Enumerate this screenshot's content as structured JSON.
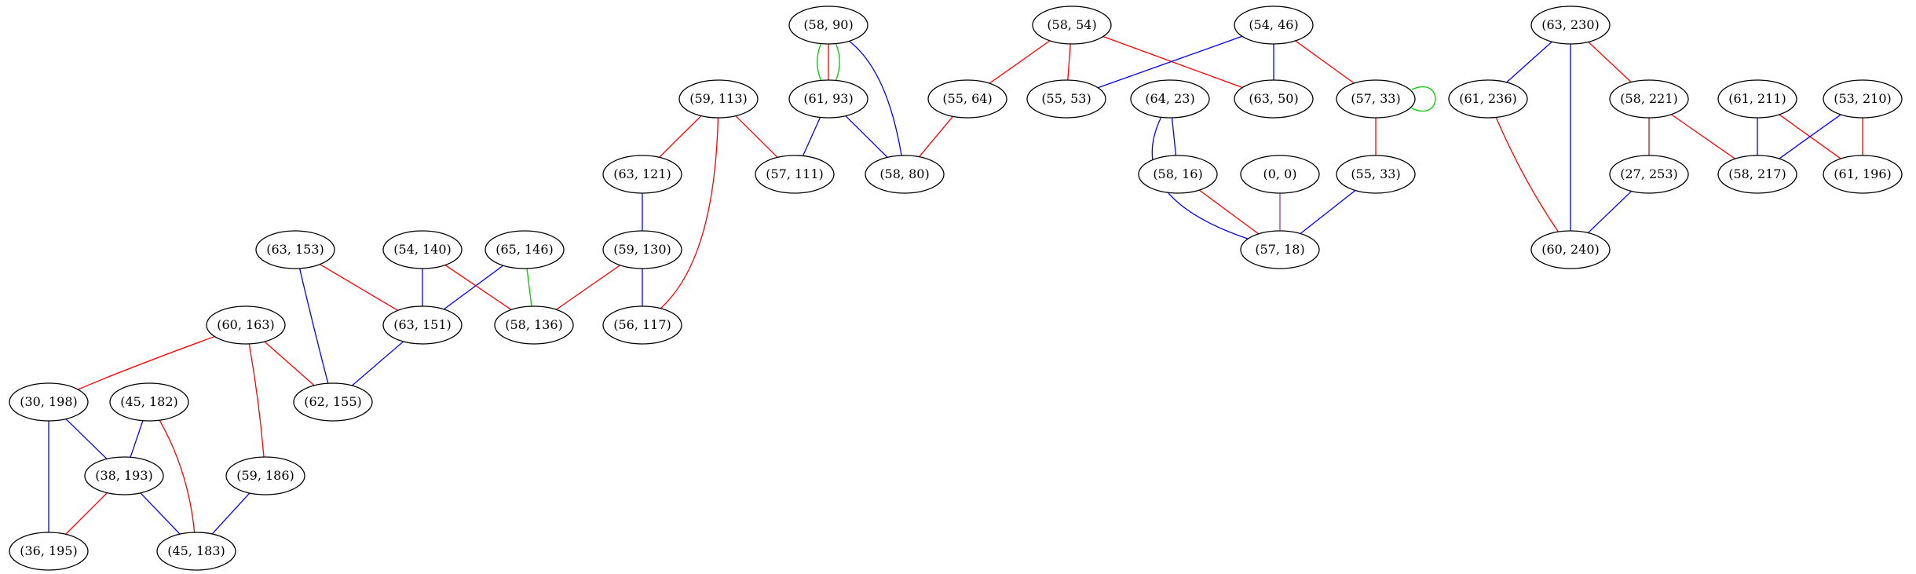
{
  "graph": {
    "nodes": [
      {
        "id": "n_58_90",
        "label": "(58, 90)"
      },
      {
        "id": "n_58_54",
        "label": "(58, 54)"
      },
      {
        "id": "n_54_46",
        "label": "(54, 46)"
      },
      {
        "id": "n_63_230",
        "label": "(63, 230)"
      },
      {
        "id": "n_59_113",
        "label": "(59, 113)"
      },
      {
        "id": "n_61_93",
        "label": "(61, 93)"
      },
      {
        "id": "n_55_64",
        "label": "(55, 64)"
      },
      {
        "id": "n_55_53",
        "label": "(55, 53)"
      },
      {
        "id": "n_64_23",
        "label": "(64, 23)"
      },
      {
        "id": "n_63_50",
        "label": "(63, 50)"
      },
      {
        "id": "n_57_33",
        "label": "(57, 33)"
      },
      {
        "id": "n_61_236",
        "label": "(61, 236)"
      },
      {
        "id": "n_58_221",
        "label": "(58, 221)"
      },
      {
        "id": "n_61_211",
        "label": "(61, 211)"
      },
      {
        "id": "n_53_210",
        "label": "(53, 210)"
      },
      {
        "id": "n_63_121",
        "label": "(63, 121)"
      },
      {
        "id": "n_57_111",
        "label": "(57, 111)"
      },
      {
        "id": "n_58_80",
        "label": "(58, 80)"
      },
      {
        "id": "n_58_16",
        "label": "(58, 16)"
      },
      {
        "id": "n_0_0",
        "label": "(0, 0)"
      },
      {
        "id": "n_55_33",
        "label": "(55, 33)"
      },
      {
        "id": "n_27_253",
        "label": "(27, 253)"
      },
      {
        "id": "n_58_217",
        "label": "(58, 217)"
      },
      {
        "id": "n_61_196",
        "label": "(61, 196)"
      },
      {
        "id": "n_63_153",
        "label": "(63, 153)"
      },
      {
        "id": "n_54_140",
        "label": "(54, 140)"
      },
      {
        "id": "n_65_146",
        "label": "(65, 146)"
      },
      {
        "id": "n_59_130",
        "label": "(59, 130)"
      },
      {
        "id": "n_57_18",
        "label": "(57, 18)"
      },
      {
        "id": "n_60_240",
        "label": "(60, 240)"
      },
      {
        "id": "n_60_163",
        "label": "(60, 163)"
      },
      {
        "id": "n_63_151",
        "label": "(63, 151)"
      },
      {
        "id": "n_58_136",
        "label": "(58, 136)"
      },
      {
        "id": "n_56_117",
        "label": "(56, 117)"
      },
      {
        "id": "n_30_198",
        "label": "(30, 198)"
      },
      {
        "id": "n_45_182",
        "label": "(45, 182)"
      },
      {
        "id": "n_62_155",
        "label": "(62, 155)"
      },
      {
        "id": "n_38_193",
        "label": "(38, 193)"
      },
      {
        "id": "n_59_186",
        "label": "(59, 186)"
      },
      {
        "id": "n_36_195",
        "label": "(36, 195)"
      },
      {
        "id": "n_45_183",
        "label": "(45, 183)"
      }
    ],
    "edges": [
      {
        "from": "n_58_90",
        "to": "n_61_93",
        "color": "#00cc00"
      },
      {
        "from": "n_58_90",
        "to": "n_61_93",
        "color": "#ff0000"
      },
      {
        "from": "n_58_90",
        "to": "n_61_93",
        "color": "#00cc00"
      },
      {
        "from": "n_58_90",
        "to": "n_58_80",
        "color": "#0000ff"
      },
      {
        "from": "n_61_93",
        "to": "n_57_111",
        "color": "#0000ff"
      },
      {
        "from": "n_61_93",
        "to": "n_58_80",
        "color": "#0000ff"
      },
      {
        "from": "n_55_64",
        "to": "n_58_80",
        "color": "#ff0000"
      },
      {
        "from": "n_58_54",
        "to": "n_55_64",
        "color": "#ff0000"
      },
      {
        "from": "n_58_54",
        "to": "n_55_53",
        "color": "#ff0000"
      },
      {
        "from": "n_58_54",
        "to": "n_63_50",
        "color": "#ff0000"
      },
      {
        "from": "n_54_46",
        "to": "n_55_53",
        "color": "#0000ff"
      },
      {
        "from": "n_54_46",
        "to": "n_63_50",
        "color": "#0000ff"
      },
      {
        "from": "n_54_46",
        "to": "n_57_33",
        "color": "#ff0000"
      },
      {
        "from": "n_57_33",
        "to": "n_57_33",
        "color": "#00cc00"
      },
      {
        "from": "n_57_33",
        "to": "n_55_33",
        "color": "#ff0000"
      },
      {
        "from": "n_55_33",
        "to": "n_57_18",
        "color": "#0000ff"
      },
      {
        "from": "n_64_23",
        "to": "n_58_16",
        "color": "#0000ff"
      },
      {
        "from": "n_64_23",
        "to": "n_57_18",
        "color": "#0000ff"
      },
      {
        "from": "n_58_16",
        "to": "n_57_18",
        "color": "#ff0000"
      },
      {
        "from": "n_0_0",
        "to": "n_57_18",
        "color": "#8040c0"
      },
      {
        "from": "n_59_113",
        "to": "n_63_121",
        "color": "#ff0000"
      },
      {
        "from": "n_59_113",
        "to": "n_57_111",
        "color": "#ff0000"
      },
      {
        "from": "n_59_113",
        "to": "n_56_117",
        "color": "#ff0000"
      },
      {
        "from": "n_63_121",
        "to": "n_59_130",
        "color": "#0000ff"
      },
      {
        "from": "n_59_130",
        "to": "n_56_117",
        "color": "#0000ff"
      },
      {
        "from": "n_59_130",
        "to": "n_58_136",
        "color": "#ff0000"
      },
      {
        "from": "n_65_146",
        "to": "n_58_136",
        "color": "#00cc00"
      },
      {
        "from": "n_65_146",
        "to": "n_63_151",
        "color": "#0000ff"
      },
      {
        "from": "n_54_140",
        "to": "n_63_151",
        "color": "#0000ff"
      },
      {
        "from": "n_54_140",
        "to": "n_58_136",
        "color": "#ff0000"
      },
      {
        "from": "n_63_153",
        "to": "n_63_151",
        "color": "#ff0000"
      },
      {
        "from": "n_63_153",
        "to": "n_62_155",
        "color": "#0000ff"
      },
      {
        "from": "n_63_151",
        "to": "n_62_155",
        "color": "#0000ff"
      },
      {
        "from": "n_60_163",
        "to": "n_62_155",
        "color": "#ff0000"
      },
      {
        "from": "n_60_163",
        "to": "n_30_198",
        "color": "#ff0000"
      },
      {
        "from": "n_60_163",
        "to": "n_59_186",
        "color": "#ff0000"
      },
      {
        "from": "n_30_198",
        "to": "n_38_193",
        "color": "#0000ff"
      },
      {
        "from": "n_30_198",
        "to": "n_36_195",
        "color": "#0000ff"
      },
      {
        "from": "n_45_182",
        "to": "n_38_193",
        "color": "#0000ff"
      },
      {
        "from": "n_45_182",
        "to": "n_45_183",
        "color": "#ff0000"
      },
      {
        "from": "n_38_193",
        "to": "n_36_195",
        "color": "#ff0000"
      },
      {
        "from": "n_38_193",
        "to": "n_45_183",
        "color": "#0000ff"
      },
      {
        "from": "n_59_186",
        "to": "n_45_183",
        "color": "#0000ff"
      },
      {
        "from": "n_63_230",
        "to": "n_61_236",
        "color": "#0000ff"
      },
      {
        "from": "n_63_230",
        "to": "n_60_240",
        "color": "#0000ff"
      },
      {
        "from": "n_63_230",
        "to": "n_58_221",
        "color": "#ff0000"
      },
      {
        "from": "n_61_236",
        "to": "n_60_240",
        "color": "#ff0000"
      },
      {
        "from": "n_58_221",
        "to": "n_27_253",
        "color": "#ff0000"
      },
      {
        "from": "n_58_221",
        "to": "n_58_217",
        "color": "#ff0000"
      },
      {
        "from": "n_27_253",
        "to": "n_60_240",
        "color": "#0000ff"
      },
      {
        "from": "n_61_211",
        "to": "n_58_217",
        "color": "#0000ff"
      },
      {
        "from": "n_61_211",
        "to": "n_61_196",
        "color": "#ff0000"
      },
      {
        "from": "n_53_210",
        "to": "n_58_217",
        "color": "#0000ff"
      },
      {
        "from": "n_53_210",
        "to": "n_61_196",
        "color": "#ff0000"
      }
    ]
  }
}
